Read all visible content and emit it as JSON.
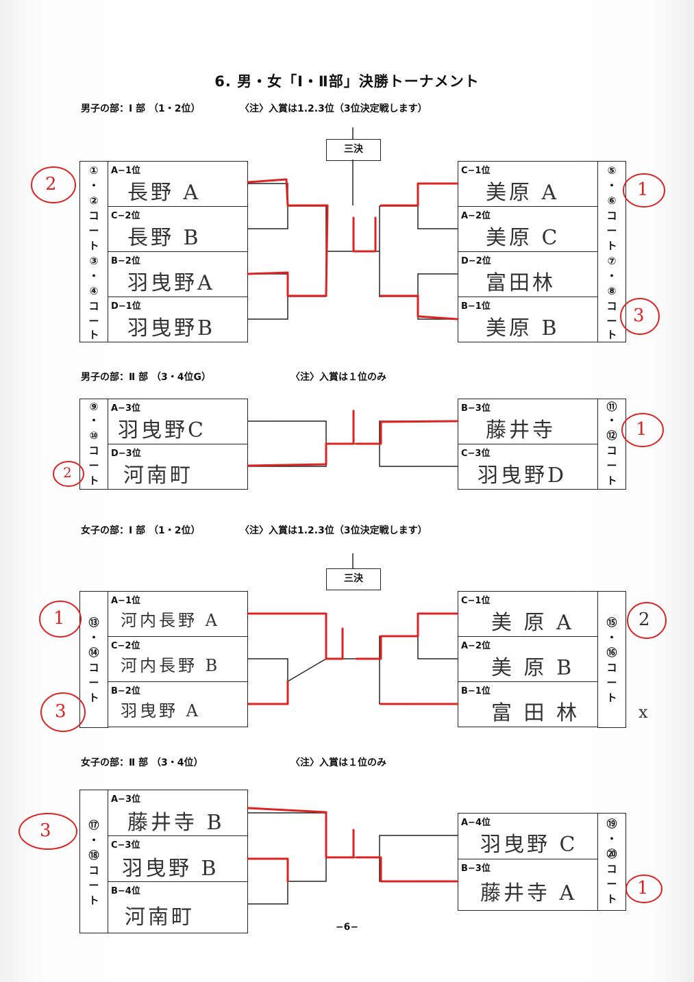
{
  "title": "6. 男・女「Ⅰ・Ⅱ部」決勝トーナメント",
  "sections": {
    "boys1": {
      "heading": "男子の部：Ⅰ 部 （1・2位）",
      "note": "〈注〉入賞は1.2.3位（3位決定戦します）",
      "third_place": "三決",
      "left_court_a": [
        "①",
        "・",
        "②",
        "コ",
        "ー",
        "ト"
      ],
      "left_court_b": [
        "③",
        "・",
        "④",
        "コ",
        "ー",
        "ト"
      ],
      "right_court_a": [
        "⑤",
        "・",
        "⑥",
        "コ",
        "ー",
        "ト"
      ],
      "right_court_b": [
        "⑦",
        "・",
        "⑧",
        "コ",
        "ー",
        "ト"
      ],
      "left": [
        {
          "label": "A−1位",
          "name": "長野 A"
        },
        {
          "label": "C−2位",
          "name": "長野 B"
        },
        {
          "label": "B−2位",
          "name": "羽曳野A"
        },
        {
          "label": "D−1位",
          "name": "羽曳野B"
        }
      ],
      "right": [
        {
          "label": "C−1位",
          "name": "美原 A"
        },
        {
          "label": "A−2位",
          "name": "美原 C"
        },
        {
          "label": "D−2位",
          "name": "富田林"
        },
        {
          "label": "B−1位",
          "name": "美原 B"
        }
      ],
      "left_rank": "2",
      "right_rank_top": "1",
      "right_rank_bottom": "3"
    },
    "boys2": {
      "heading": "男子の部：Ⅱ 部 （3・4位G）",
      "note": "〈注〉入賞は１位のみ",
      "left_court": [
        "⑨",
        "・",
        "⑩",
        "コ",
        "ー",
        "ト"
      ],
      "right_court": [
        "⑪",
        "・",
        "⑫",
        "コ",
        "ー",
        "ト"
      ],
      "left": [
        {
          "label": "A−3位",
          "name": "羽曳野C"
        },
        {
          "label": "D−3位",
          "name": "河南町"
        }
      ],
      "right": [
        {
          "label": "B−3位",
          "name": "藤井寺"
        },
        {
          "label": "C−3位",
          "name": "羽曳野D"
        }
      ],
      "left_rank": "2",
      "right_rank": "1"
    },
    "girls1": {
      "heading": "女子の部：Ⅰ 部 （1・2位）",
      "note": "〈注〉入賞は1.2.3位（3位決定戦します）",
      "third_place": "三決",
      "left_court": [
        "⑬",
        "・",
        "⑭",
        "コ",
        "ー",
        "ト"
      ],
      "right_court": [
        "⑮",
        "・",
        "⑯",
        "コ",
        "ー",
        "ト"
      ],
      "left": [
        {
          "label": "A−1位",
          "name": "河内長野 A"
        },
        {
          "label": "C−2位",
          "name": "河内長野 B"
        },
        {
          "label": "B−2位",
          "name": "羽曳野 A"
        }
      ],
      "right": [
        {
          "label": "C−1位",
          "name": "美 原 A"
        },
        {
          "label": "A−2位",
          "name": "美 原 B"
        },
        {
          "label": "B−1位",
          "name": "富 田 林"
        }
      ],
      "left_rank_top": "1",
      "left_rank_bottom": "3",
      "right_rank": "2",
      "right_x": "x"
    },
    "girls2": {
      "heading": "女子の部：Ⅱ 部 （3・4位）",
      "note": "〈注〉入賞は１位のみ",
      "left_court": [
        "⑰",
        "・",
        "⑱",
        "コ",
        "ー",
        "ト"
      ],
      "right_court": [
        "⑲",
        "・",
        "⑳",
        "コ",
        "ー",
        "ト"
      ],
      "left": [
        {
          "label": "A−3位",
          "name": "藤井寺 B"
        },
        {
          "label": "C−3位",
          "name": "羽曳野 B"
        },
        {
          "label": "B−4位",
          "name": "河南町"
        }
      ],
      "right": [
        {
          "label": "A−4位",
          "name": "羽曳野 C"
        },
        {
          "label": "B−3位",
          "name": "藤井寺 A"
        }
      ],
      "left_rank": "3",
      "right_rank": "1"
    }
  },
  "page_number": "−6−",
  "colors": {
    "ink": "#222222",
    "red": "#d22222"
  }
}
